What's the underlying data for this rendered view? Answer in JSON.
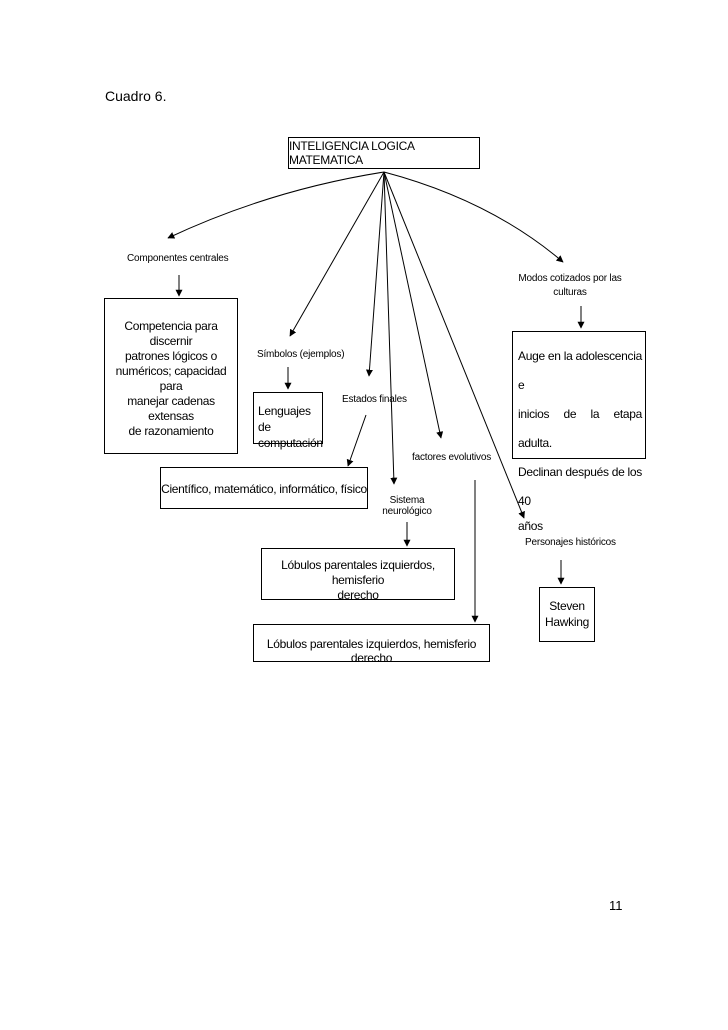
{
  "caption": "Cuadro 6.",
  "page_number": "11",
  "nodes": {
    "root": "INTELIGENCIA LOGICA MATEMATICA",
    "componentes_label": "Componentes centrales",
    "componentes_box": [
      "Competencia para discernir",
      "patrones lógicos o",
      "numéricos; capacidad para",
      "manejar cadenas extensas",
      "de razonamiento"
    ],
    "simbolos_label": "Símbolos (ejemplos)",
    "simbolos_box": [
      "Lenguajes de",
      "computación"
    ],
    "estados_label": "Estados finales",
    "estados_box": "Científico, matemático, informático, físico",
    "factores_label": "factores evolutivos",
    "sistema_label": [
      "Sistema",
      "neurológico"
    ],
    "sistema_box": [
      "Lóbulos parentales izquierdos, hemisferio",
      "derecho"
    ],
    "factores_box": "Lóbulos parentales izquierdos, hemisferio derecho",
    "modos_label": [
      "Modos cotizados por las",
      "culturas"
    ],
    "modos_box": [
      "Auge en la adolescencia e",
      "inicios de la etapa adulta.",
      "Declinan después de los 40",
      "años"
    ],
    "personajes_label": "Personajes históricos",
    "personajes_box": [
      "Steven",
      "Hawking"
    ]
  }
}
